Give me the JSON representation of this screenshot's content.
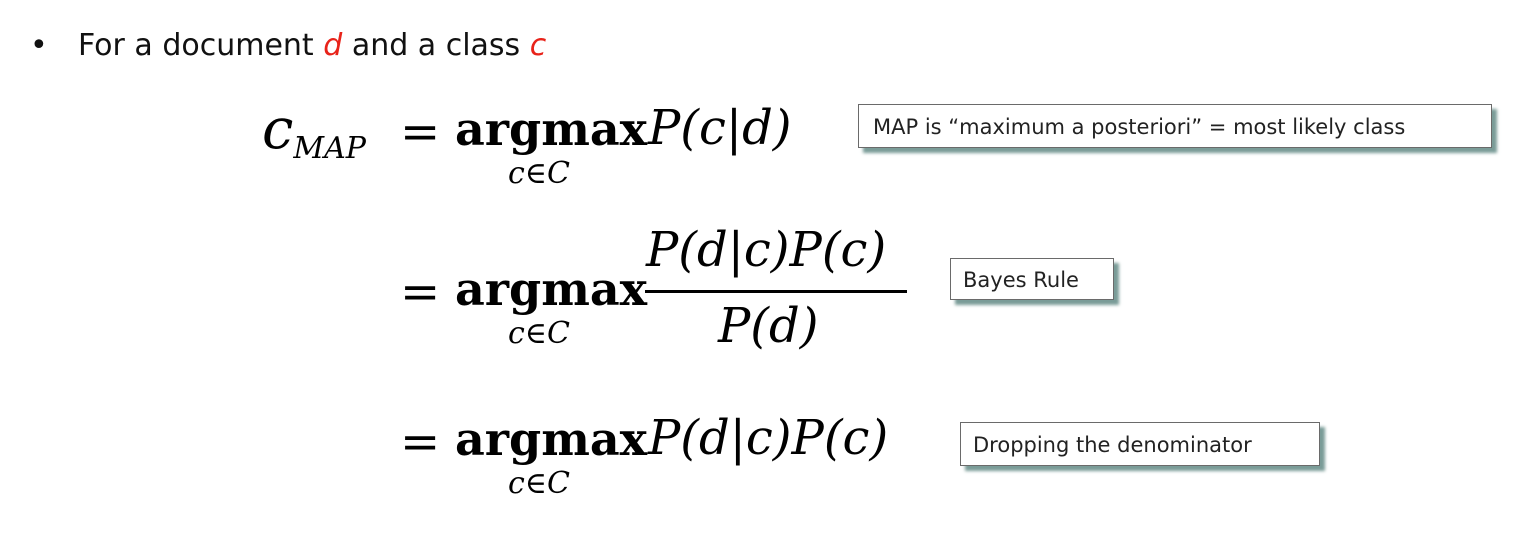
{
  "bullet": {
    "symbol": "•",
    "text_before": "For a document ",
    "var_d": "d",
    "text_middle": " and a class ",
    "var_c": "c"
  },
  "equation": {
    "lhs_base": "c",
    "lhs_sub": "MAP",
    "equals": "=",
    "argmax": "argmax",
    "under": "c∈C",
    "line1_expr": "P(c|d)",
    "line2_numerator": "P(d|c)P(c)",
    "line2_denominator": "P(d)",
    "line3_expr": "P(d|c)P(c)"
  },
  "callouts": {
    "map": "MAP is “maximum a posteriori”  = most likely class",
    "bayes": "Bayes Rule",
    "dropping": "Dropping the denominator"
  },
  "colors": {
    "highlight_red": "#e8231a",
    "shadow_teal": "#7a9c98"
  }
}
